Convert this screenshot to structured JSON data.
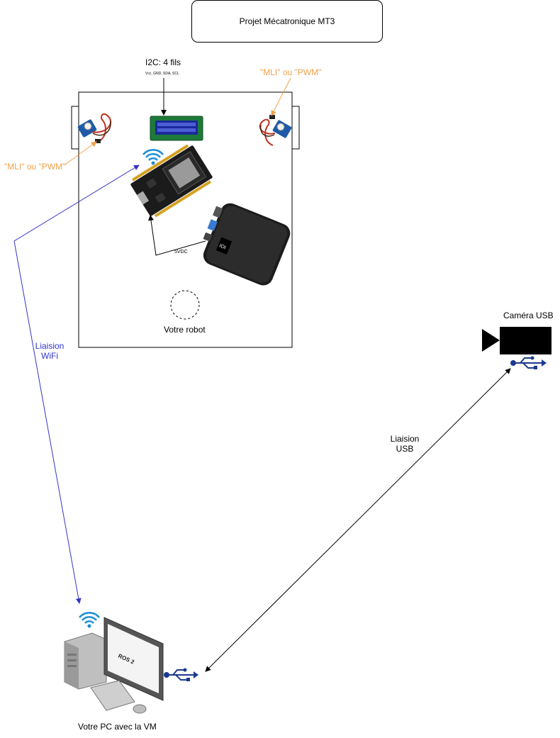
{
  "title": "Projet Mécatronique MT3",
  "i2c": {
    "label": "I2C: 4 fils",
    "pins": "Vcc, GND, SDA, SCL"
  },
  "pwm_right": "\"MLI\" ou \"PWM\"",
  "pwm_left": "\"MLI\" ou \"PWM\"",
  "power_label": "5VDC",
  "robot_label": "Votre robot",
  "wifi_link": {
    "line1": "Liaision",
    "line2": "WiFi"
  },
  "usb_link": {
    "line1": "Liaision",
    "line2": "USB"
  },
  "camera_label": "Caméra USB",
  "pc_label": "Votre PC avec la VM",
  "ros_label": "ROS 2",
  "powerbank_label": "IOI",
  "colors": {
    "wifi": "#1a8fd6",
    "usb": "#1a3a8f",
    "wifi_link": "#3434c8",
    "pwm": "#f0a14a",
    "servo": "#1e5aa8"
  }
}
